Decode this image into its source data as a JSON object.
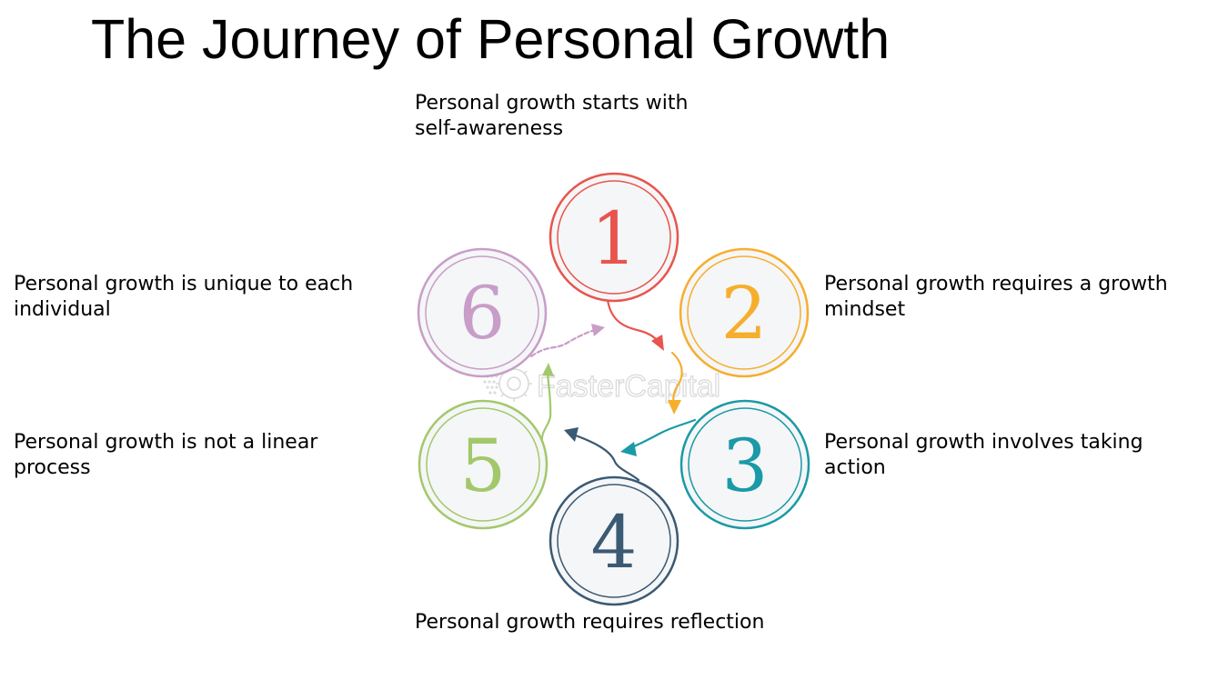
{
  "title": "The Journey of Personal Growth",
  "steps": [
    {
      "number": "1",
      "text": "Personal growth starts with self-awareness",
      "color": "#e8554e"
    },
    {
      "number": "2",
      "text": "Personal growth requires a growth mindset",
      "color": "#f6ae2d"
    },
    {
      "number": "3",
      "text": "Personal growth involves taking action",
      "color": "#1a9aa6"
    },
    {
      "number": "4",
      "text": "Personal growth requires reflection",
      "color": "#3b5a74"
    },
    {
      "number": "5",
      "text": "Personal growth is not a linear process",
      "color": "#a3c86b"
    },
    {
      "number": "6",
      "text": "Personal growth is unique to each individual",
      "color": "#c89dc8"
    }
  ],
  "watermark": {
    "text": "FasterCapital",
    "icon": "gear-icon"
  },
  "colors": {
    "circle_fill": "#f5f6f7",
    "watermark": "#d8d8d8"
  }
}
